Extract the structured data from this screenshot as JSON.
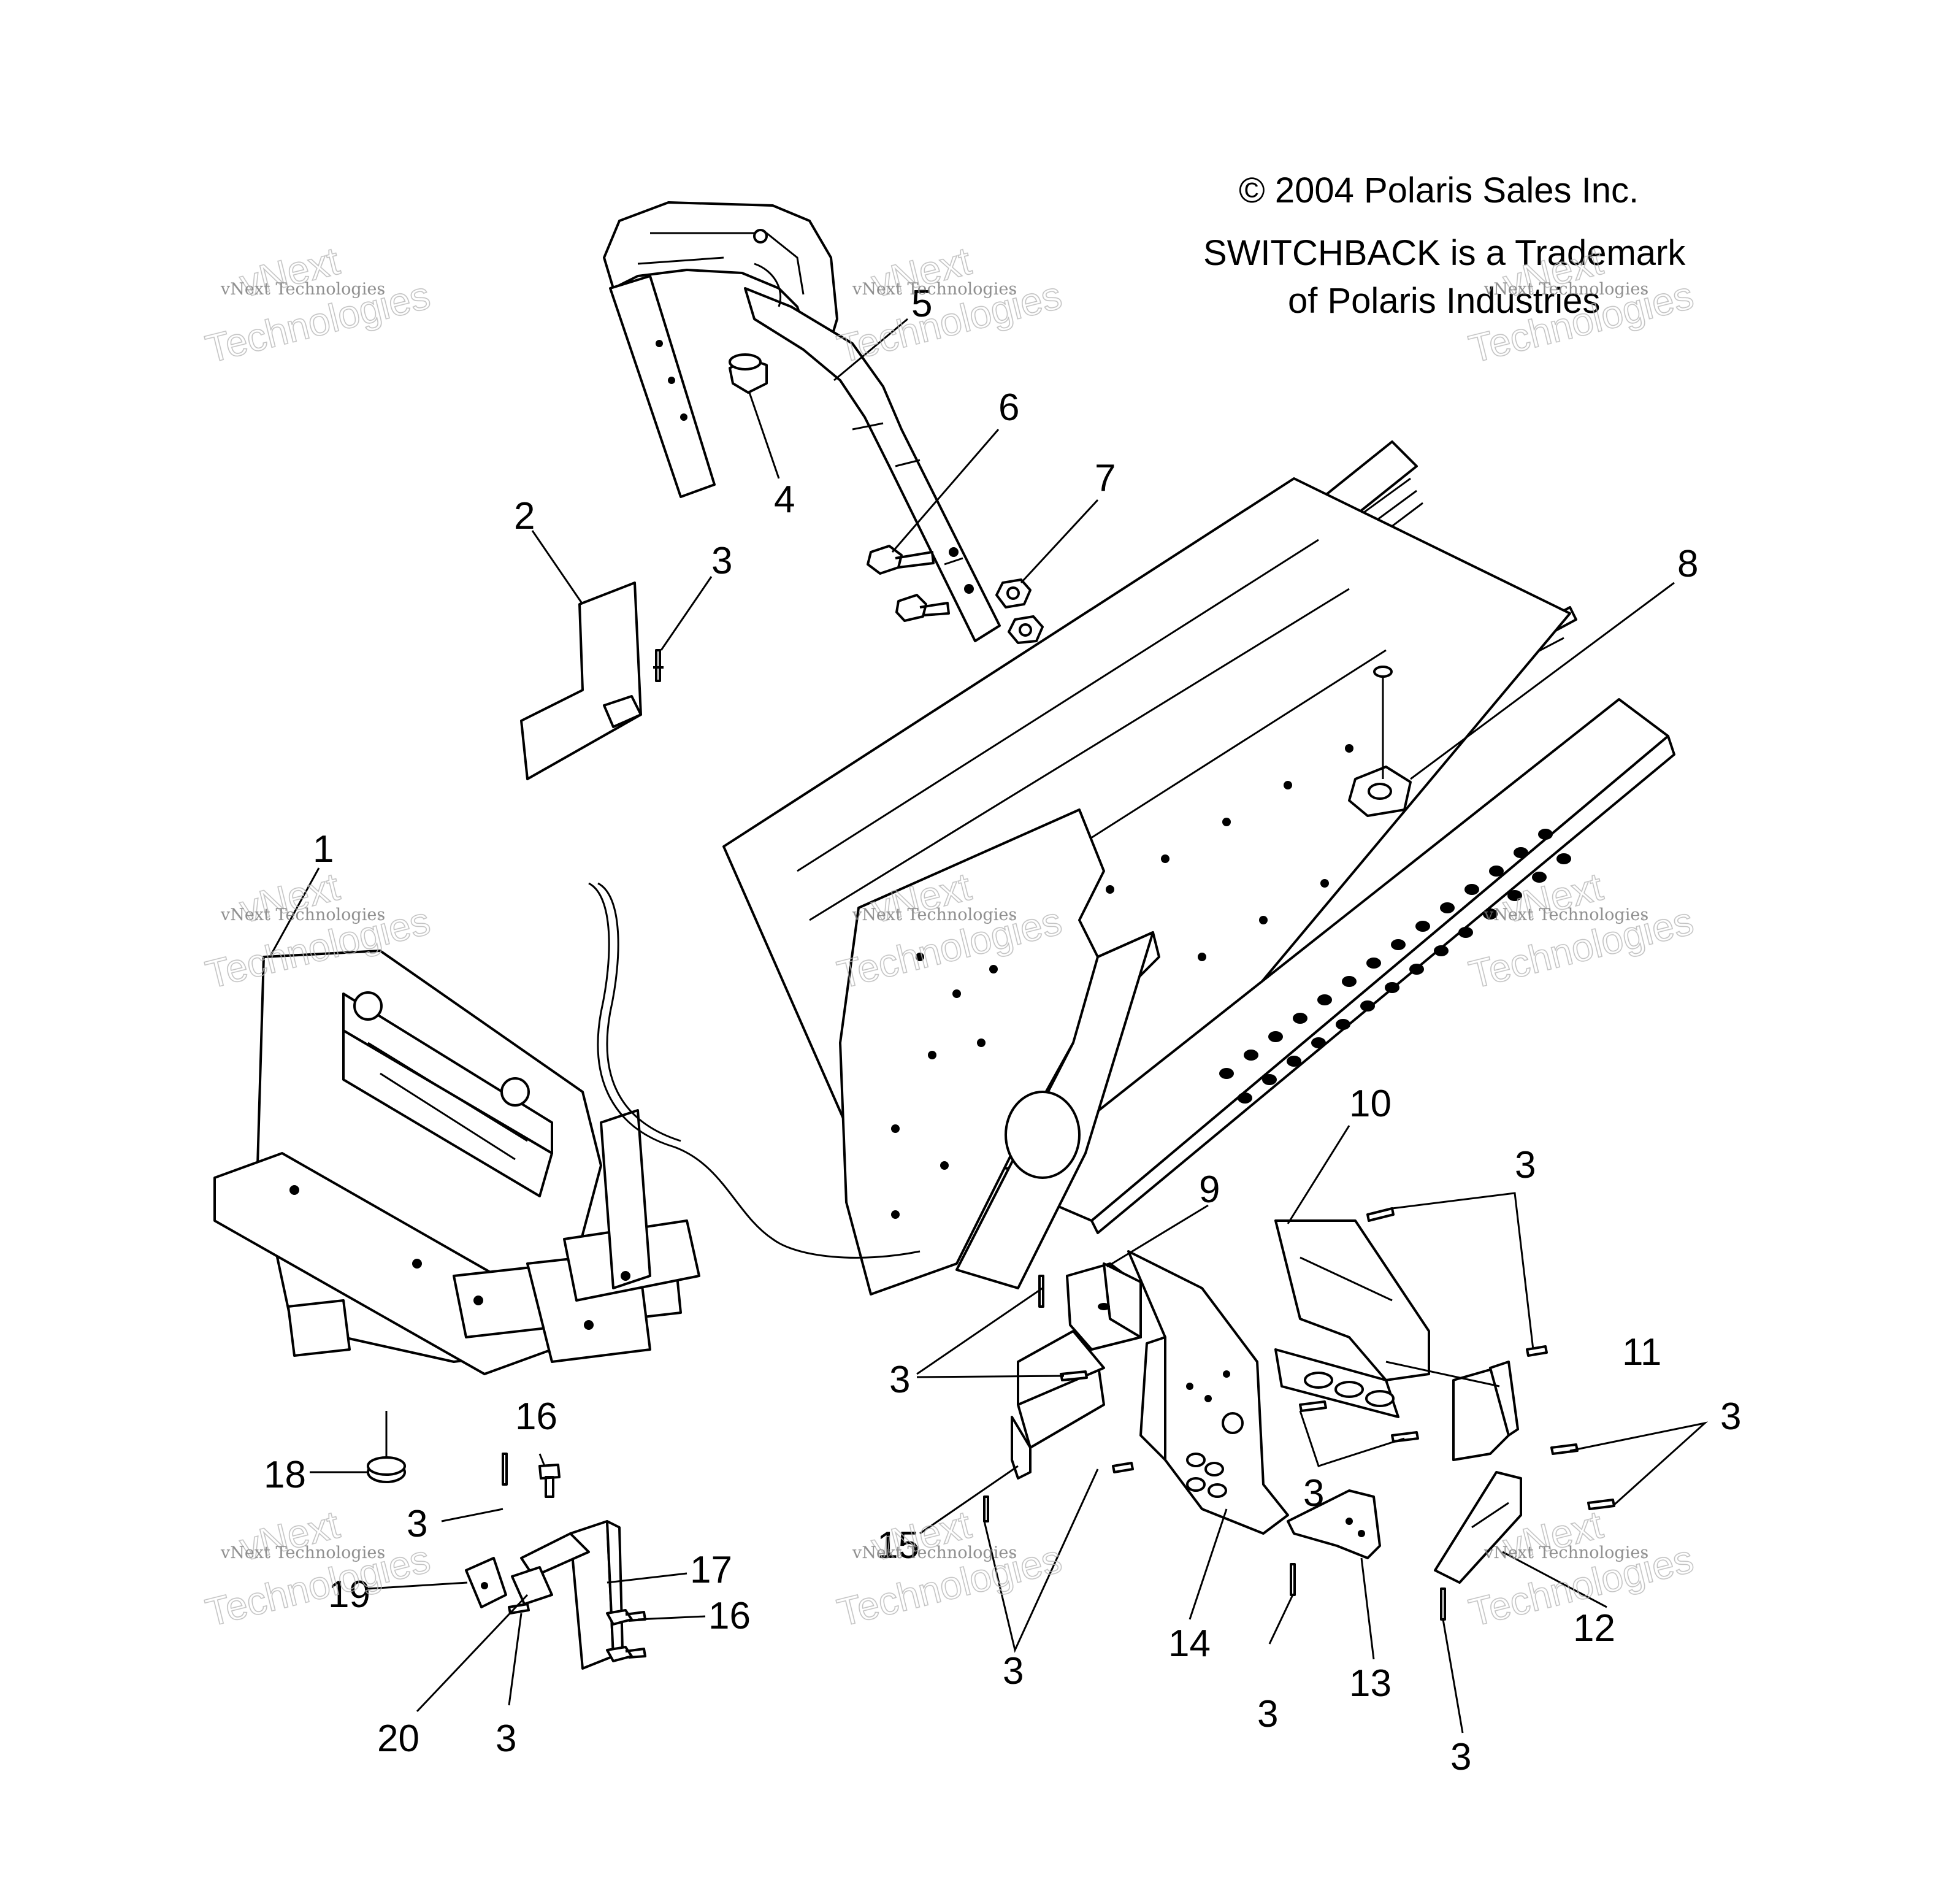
{
  "copyright": {
    "line1": "© 2004 Polaris Sales Inc.",
    "line2": "SWITCHBACK is a Trademark",
    "line3": "of Polaris Industries"
  },
  "watermark": {
    "small": "vNext Technologies",
    "big": "Technologies",
    "top": "vNext"
  },
  "callouts": {
    "c1": "1",
    "c2": "2",
    "c3a": "3",
    "c4": "4",
    "c5": "5",
    "c6": "6",
    "c7": "7",
    "c8": "8",
    "c9": "9",
    "c10": "10",
    "c3b": "3",
    "c11": "11",
    "c3c": "3",
    "c3d": "3",
    "c3e": "3",
    "c16a": "16",
    "c18": "18",
    "c3f": "3",
    "c17": "17",
    "c19": "19",
    "c16b": "16",
    "c20": "20",
    "c3g": "3",
    "c15": "15",
    "c3h": "3",
    "c14": "14",
    "c13": "13",
    "c3i": "3",
    "c12": "12",
    "c3j": "3"
  }
}
